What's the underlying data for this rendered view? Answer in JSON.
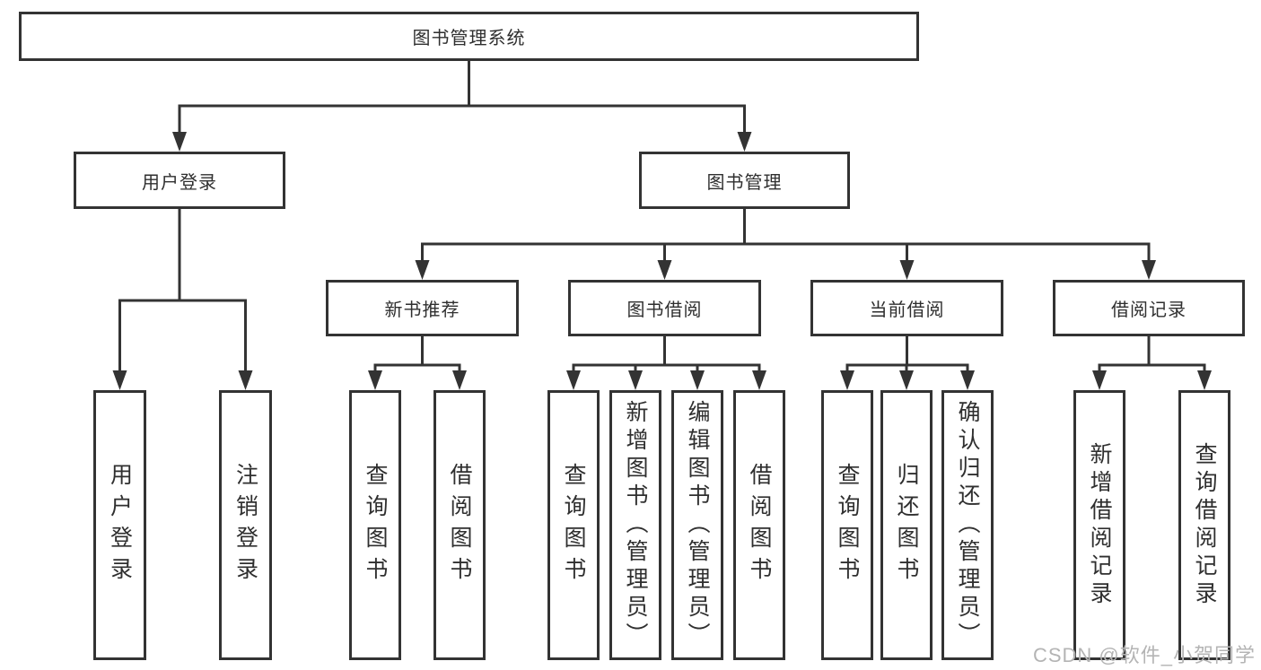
{
  "tree": {
    "label": "图书管理系统",
    "children": [
      {
        "label": "用户登录",
        "children": [
          {
            "label": "用户登录"
          },
          {
            "label": "注销登录"
          }
        ]
      },
      {
        "label": "图书管理",
        "children": [
          {
            "label": "新书推荐",
            "children": [
              {
                "label": "查询图书"
              },
              {
                "label": "借阅图书"
              }
            ]
          },
          {
            "label": "图书借阅",
            "children": [
              {
                "label": "查询图书"
              },
              {
                "label": "新增图书（管理员）"
              },
              {
                "label": "编辑图书（管理员）"
              },
              {
                "label": "借阅图书"
              }
            ]
          },
          {
            "label": "当前借阅",
            "children": [
              {
                "label": "查询图书"
              },
              {
                "label": "归还图书"
              },
              {
                "label": "确认归还（管理员）"
              }
            ]
          },
          {
            "label": "借阅记录",
            "children": [
              {
                "label": "新增借阅记录"
              },
              {
                "label": "查询借阅记录"
              }
            ]
          }
        ]
      }
    ]
  },
  "watermark": {
    "text": "CSDN @软件_小贺同学"
  },
  "colors": {
    "stroke": "#333333",
    "box_border": "#333333",
    "text": "#2f2f2f",
    "watermark": "#b4b4b4",
    "background": "#ffffff"
  }
}
